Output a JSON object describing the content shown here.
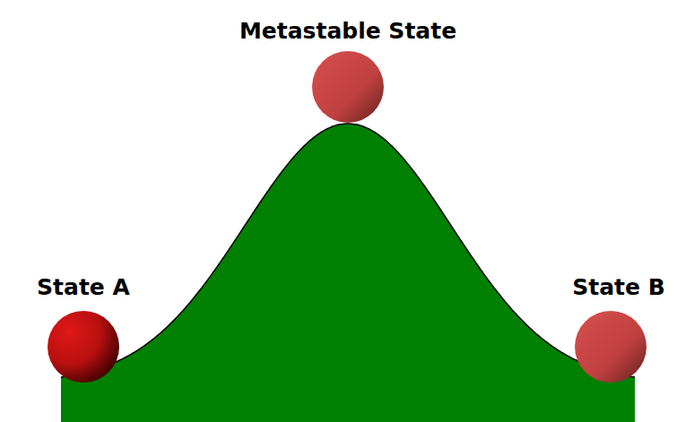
{
  "diagram": {
    "labels": [
      "Metastable State",
      "State A",
      "State B"
    ]
  }
}
